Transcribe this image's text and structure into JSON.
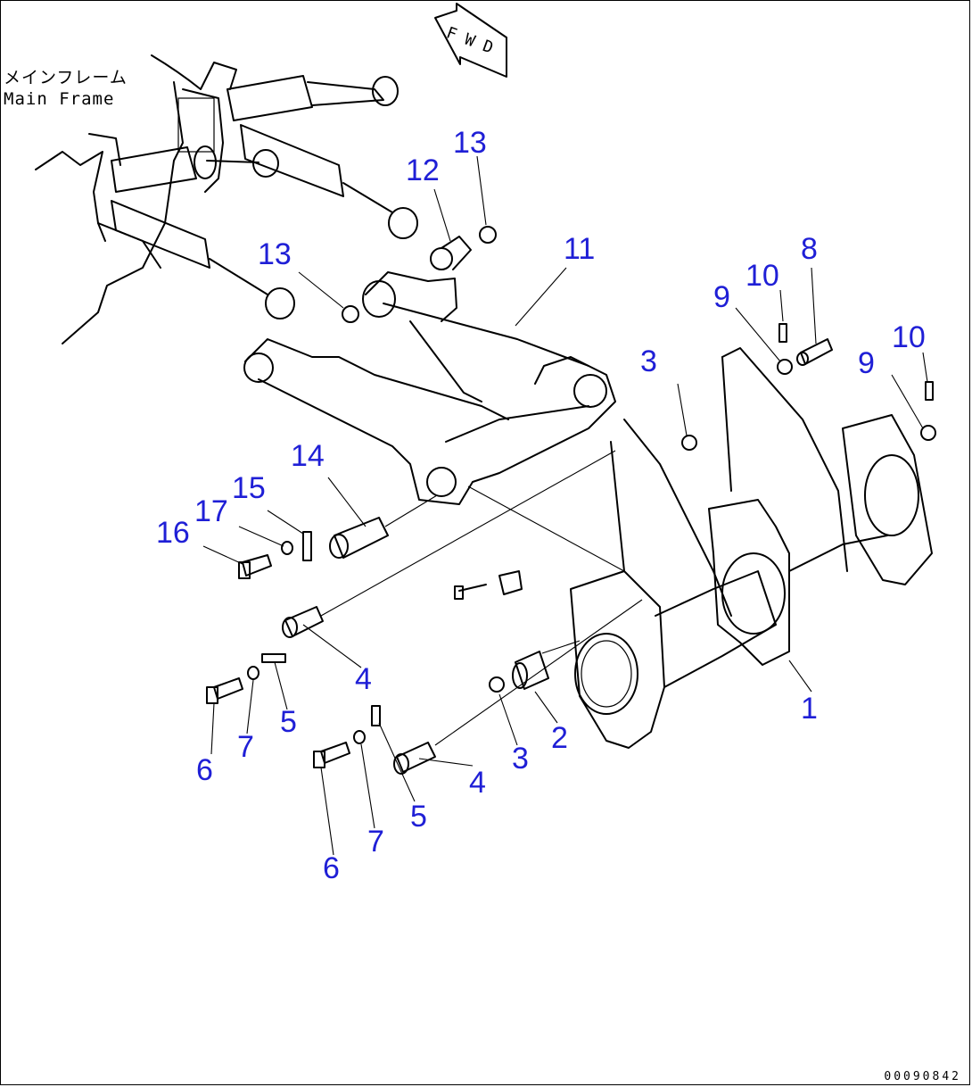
{
  "fwd_arrow": {
    "label": "F W D"
  },
  "main_frame_label": {
    "jp": "メインフレーム",
    "en": "Main Frame"
  },
  "callouts": [
    {
      "id": "1",
      "label": "1"
    },
    {
      "id": "2",
      "label": "2"
    },
    {
      "id": "3a",
      "label": "3"
    },
    {
      "id": "3b",
      "label": "3"
    },
    {
      "id": "4a",
      "label": "4"
    },
    {
      "id": "4b",
      "label": "4"
    },
    {
      "id": "5a",
      "label": "5"
    },
    {
      "id": "5b",
      "label": "5"
    },
    {
      "id": "6a",
      "label": "6"
    },
    {
      "id": "6b",
      "label": "6"
    },
    {
      "id": "7a",
      "label": "7"
    },
    {
      "id": "7b",
      "label": "7"
    },
    {
      "id": "8",
      "label": "8"
    },
    {
      "id": "9a",
      "label": "9"
    },
    {
      "id": "9b",
      "label": "9"
    },
    {
      "id": "10a",
      "label": "10"
    },
    {
      "id": "10b",
      "label": "10"
    },
    {
      "id": "11",
      "label": "11"
    },
    {
      "id": "12",
      "label": "12"
    },
    {
      "id": "13a",
      "label": "13"
    },
    {
      "id": "13b",
      "label": "13"
    },
    {
      "id": "14",
      "label": "14"
    },
    {
      "id": "15",
      "label": "15"
    },
    {
      "id": "16",
      "label": "16"
    },
    {
      "id": "17",
      "label": "17"
    }
  ],
  "figure_code": "00090842",
  "colors": {
    "callout": "#1f1fd6",
    "line": "#000000",
    "background": "#ffffff"
  }
}
